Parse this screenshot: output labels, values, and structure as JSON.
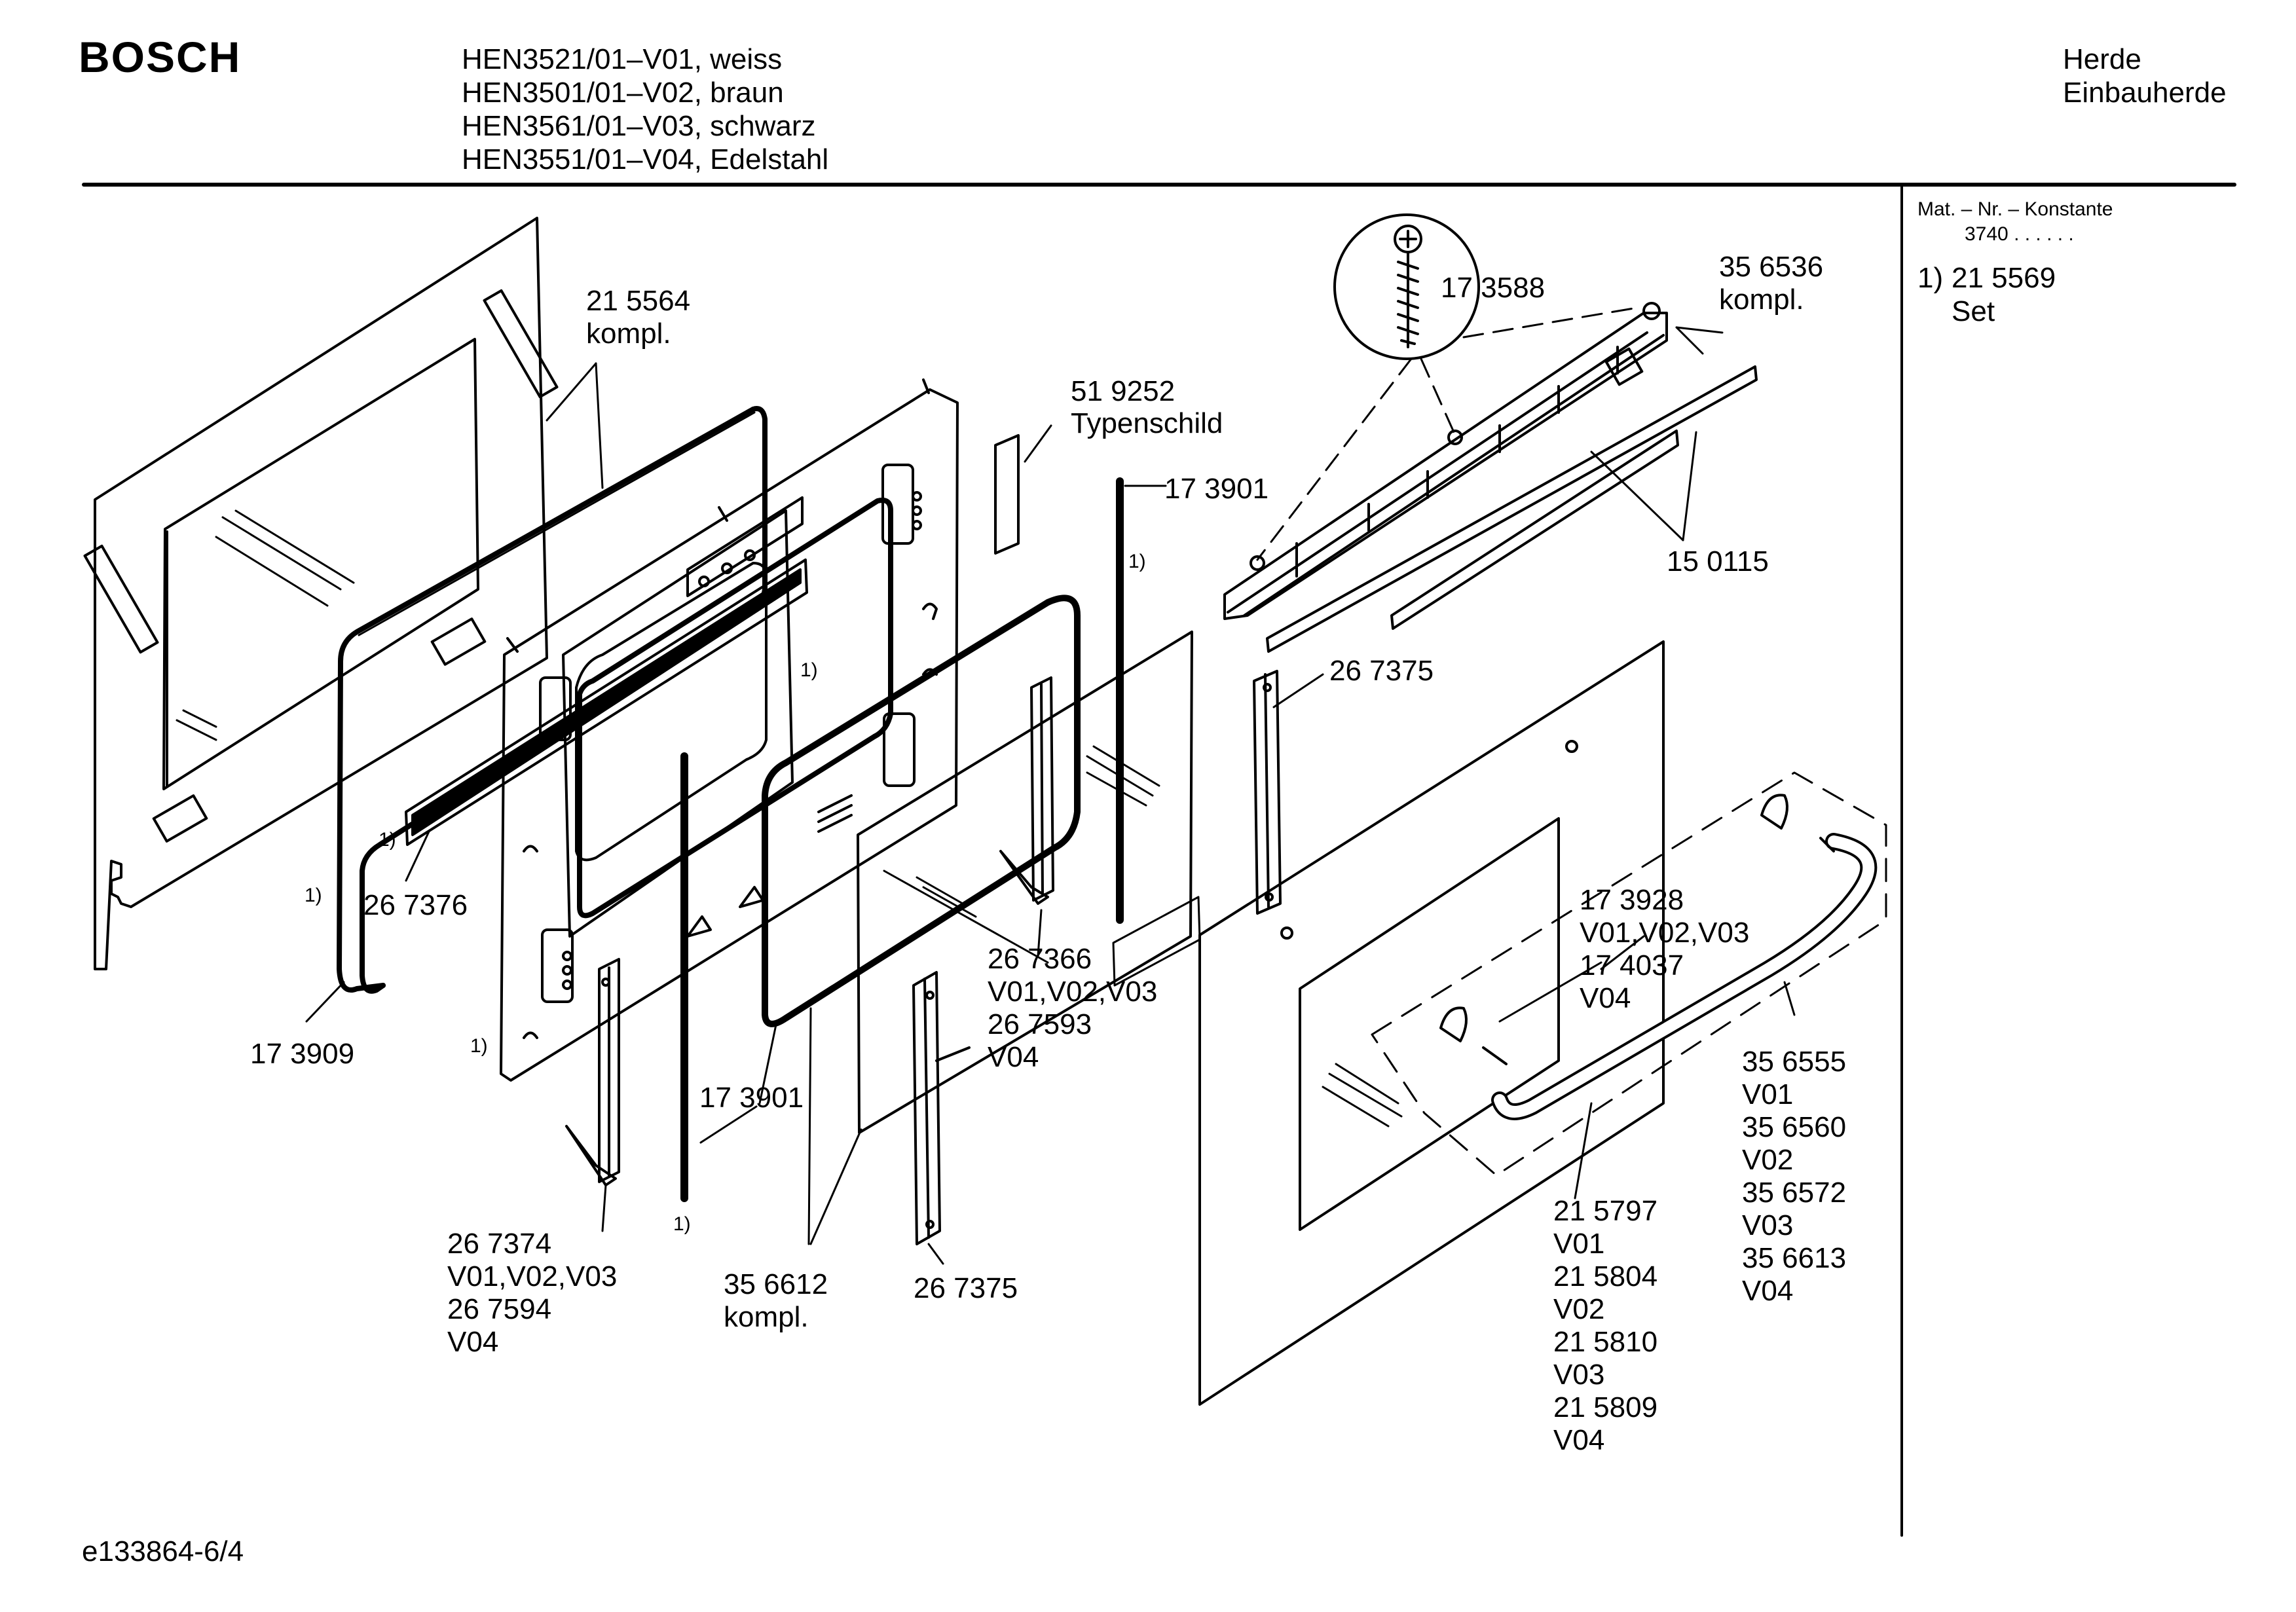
{
  "header": {
    "brand": "BOSCH",
    "models": [
      "HEN3521/01–V01, weiss",
      "HEN3501/01–V02, braun",
      "HEN3561/01–V03, schwarz",
      "HEN3551/01–V04, Edelstahl"
    ],
    "category": "Herde",
    "subcategory": "Einbauherde"
  },
  "sidebar": {
    "mat_nr_label": "Mat. – Nr. – Konstante",
    "mat_nr_value": "3740 . .  . . . .",
    "footnote_index": "1)",
    "footnote_part": "21 5569",
    "footnote_desc": "Set"
  },
  "labels": {
    "p215564": "21 5564",
    "p215564_sub": "kompl.",
    "p519252": "51 9252",
    "p519252_sub": "Typenschild",
    "p173901_top": "17 3901",
    "p173588": "17 3588",
    "p356536": "35 6536",
    "p356536_sub": "kompl.",
    "p150115": "15 0115",
    "p267375_top": "26 7375",
    "p267376": "26 7376",
    "p173909": "17 3909",
    "p173901_bottom": "17 3901",
    "p267374": "26 7374",
    "p267374_v1": "V01,V02,V03",
    "p267594": "26 7594",
    "p267594_v": "V04",
    "p356612": "35 6612",
    "p356612_sub": "kompl.",
    "p267375_bottom": "26 7375",
    "p267366": "26 7366",
    "p267366_v1": "V01,V02,V03",
    "p267593": "26 7593",
    "p267593_v": "V04",
    "p173928": "17 3928",
    "p173928_v1": "V01,V02,V03",
    "p174037": "17 4037",
    "p174037_v": "V04",
    "p356555": "35 6555",
    "p356555_v": "V01",
    "p356560": "35 6560",
    "p356560_v": "V02",
    "p356572": "35 6572",
    "p356572_v": "V03",
    "p356613": "35 6613",
    "p356613_v": "V04",
    "p215797": "21 5797",
    "p215797_v": "V01",
    "p215804": "21 5804",
    "p215804_v": "V02",
    "p215810": "21 5810",
    "p215810_v": "V03",
    "p215809": "21 5809",
    "p215809_v": "V04",
    "fn1": "1)",
    "fn2": "1)",
    "fn3": "1)",
    "fn4": "1)",
    "fn5": "1)",
    "fn6": "1)"
  },
  "footer": {
    "drawing_id": "e133864-6/4"
  }
}
